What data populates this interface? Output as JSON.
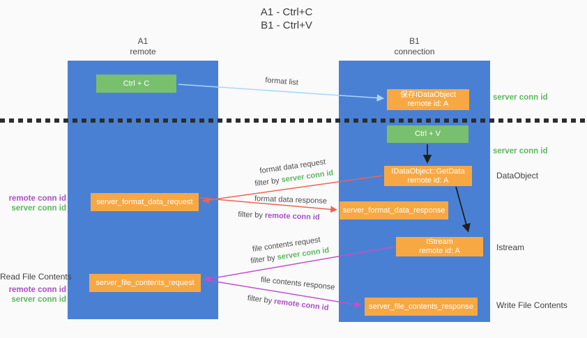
{
  "title": {
    "line1": "A1 - Ctrl+C",
    "line2": "B1 - Ctrl+V"
  },
  "lanes": {
    "left": {
      "name": "A1",
      "role": "remote"
    },
    "right": {
      "name": "B1",
      "role": "connection"
    }
  },
  "nodes": {
    "ctrl_c": {
      "label": "Ctrl + C"
    },
    "ctrl_v": {
      "label": "Ctrl + V"
    },
    "save_dataobject": {
      "line1": "保存IDataObject",
      "line2": "remote id: A"
    },
    "getdata": {
      "line1": "IDataObject::GetData",
      "line2": "remote id: A"
    },
    "istream": {
      "line1": "IStream",
      "line2": "remote id: A"
    },
    "format_request": {
      "label": "server_format_data_request"
    },
    "format_response": {
      "label": "server_format_data_response"
    },
    "file_request": {
      "label": "server_file_contents_request"
    },
    "file_response": {
      "label": "server_file_contents_response"
    }
  },
  "edge_labels": {
    "format_list": "format list",
    "format_data_request": "format data request",
    "format_data_response": "format data response",
    "file_contents_request": "file contents request",
    "file_contents_response": "file contents response",
    "filter_by": "filter by ",
    "server_conn_id": "server conn id",
    "remote_conn_id": "remote conn id"
  },
  "side_labels": {
    "server_conn_id_top": "server conn id",
    "server_conn_id_mid": "server conn id",
    "dataobject": "DataObject",
    "istream": "Istream",
    "write_file_contents": "Write File Contents",
    "read_file_contents": "Read File Contents",
    "remote_conn_id": "remote conn id",
    "server_conn_id": "server conn id"
  },
  "colors": {
    "lane_blue": "#4a80d4",
    "node_green": "#79c06e",
    "node_orange": "#f7a843",
    "text_green": "#5cb85f",
    "text_purple": "#ab4fc7",
    "arrow_red": "#ee6352",
    "arrow_magenta": "#c44fc8",
    "arrow_lightblue": "#a9d7f5",
    "arrow_black": "#1f1f1f",
    "background": "#fafafa"
  }
}
